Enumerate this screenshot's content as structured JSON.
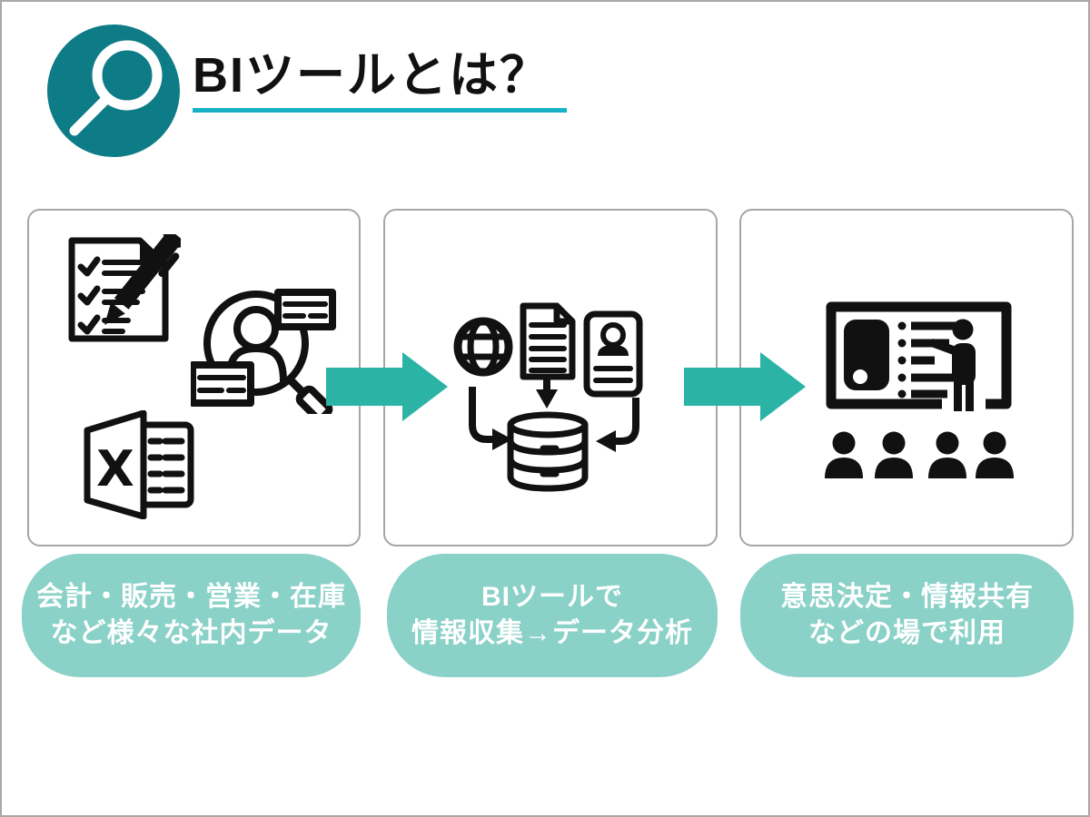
{
  "header": {
    "title": "BIツールとは？",
    "icon": "search-icon"
  },
  "steps": [
    {
      "name": "internal-data-sources",
      "icons": [
        "checklist-pen-icon",
        "person-search-icon",
        "excel-spreadsheet-icon"
      ],
      "label_line1": "会計・販売・営業・在庫",
      "label_line2": "など様々な社内データ"
    },
    {
      "name": "bi-tool-collection-analysis",
      "icons": [
        "globe-icon",
        "document-icon",
        "id-card-icon",
        "down-arrow-icon",
        "curve-arrow-left-icon",
        "curve-arrow-right-icon",
        "database-icon"
      ],
      "label_line1": "BIツールで",
      "label_line2": "情報収集→データ分析"
    },
    {
      "name": "decision-sharing-usage",
      "icons": [
        "presentation-board-icon",
        "presenter-icon",
        "audience-member-icon"
      ],
      "label_line1": "意思決定・情報共有",
      "label_line2": "などの場で利用"
    }
  ],
  "colors": {
    "accent_dark": "#0d7c86",
    "underline": "#17b1c5",
    "arrow": "#2bb3a6",
    "pill_bg": "#8ad1c8",
    "pill_text": "#ffffff",
    "icon_color": "#111111",
    "card_border": "#a6a6a6",
    "frame_border": "#a8a8a8"
  }
}
